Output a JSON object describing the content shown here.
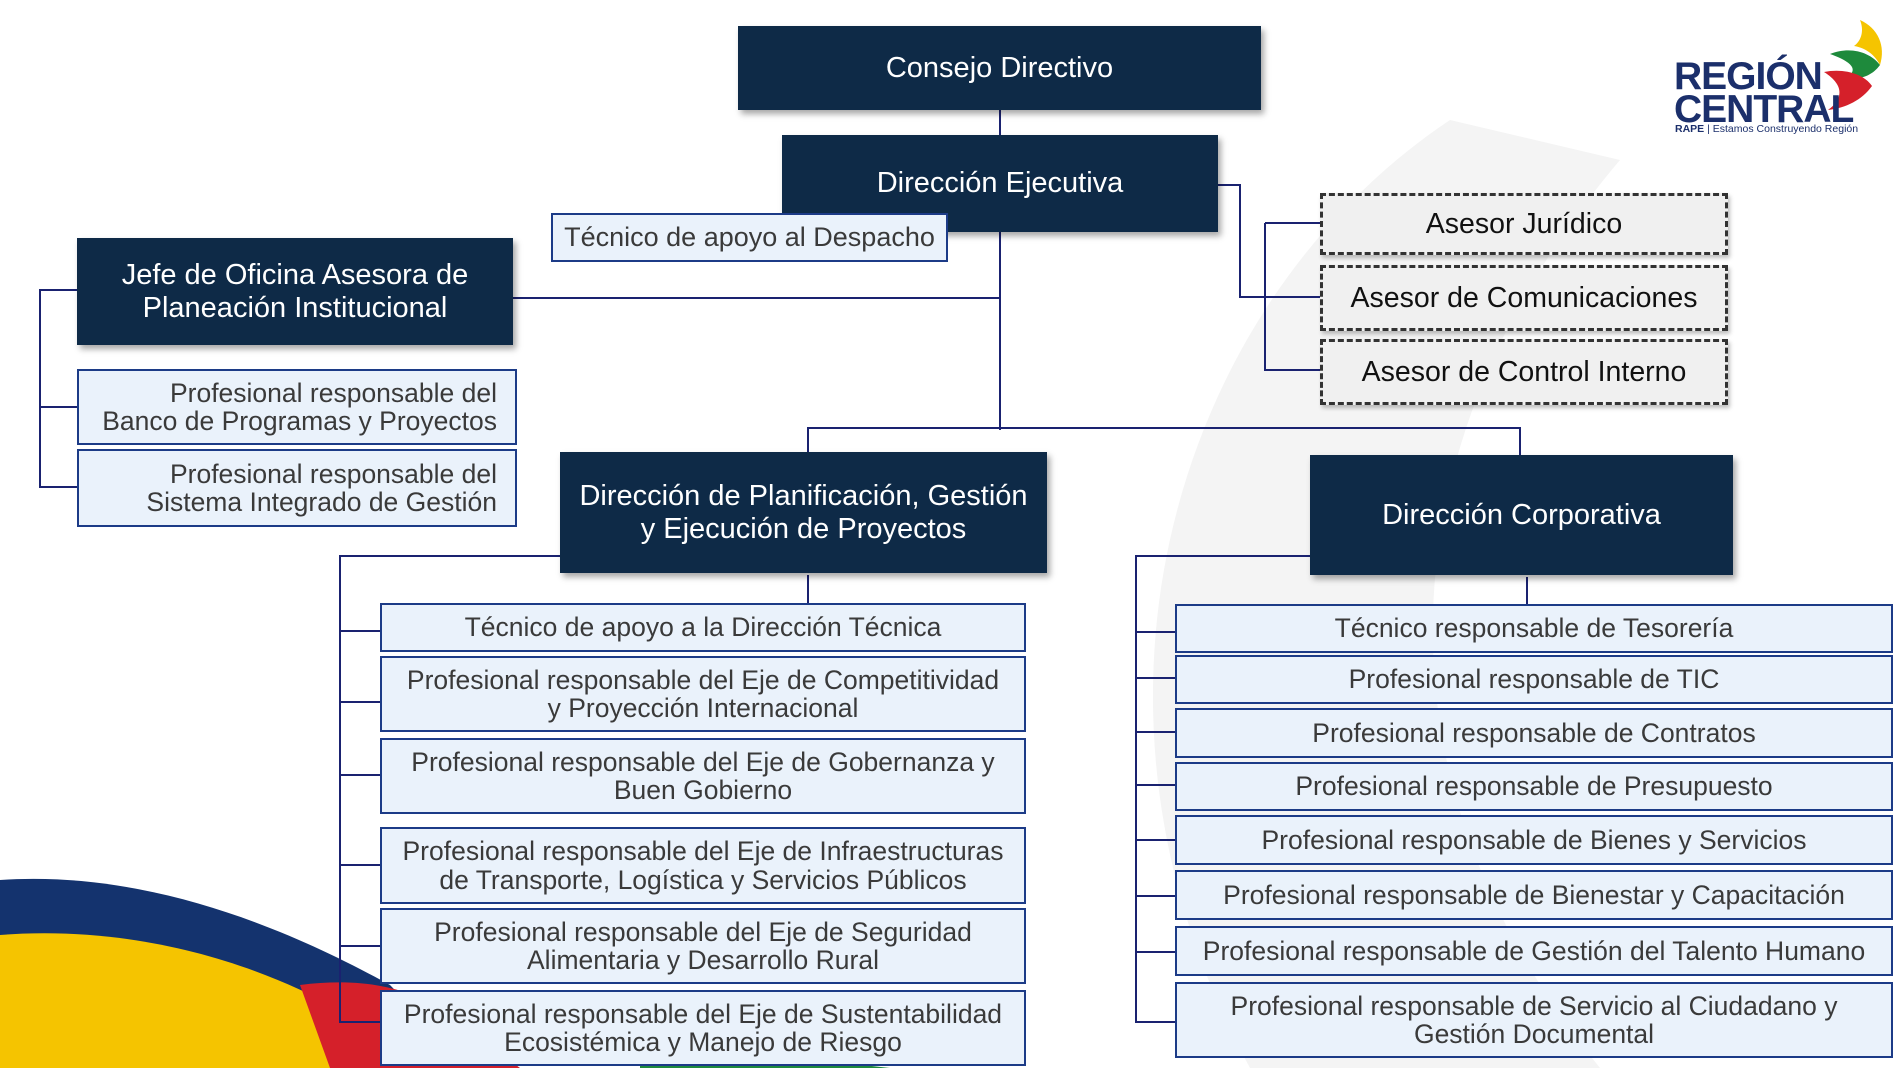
{
  "org_chart": {
    "consejo": "Consejo Directivo",
    "direccion_ejecutiva": "Dirección Ejecutiva",
    "tecnico_despacho": "Técnico de apoyo al Despacho",
    "jefe_oficina": {
      "line1": "Jefe de Oficina Asesora de",
      "line2": "Planeación Institucional"
    },
    "planeacion_staff": [
      {
        "line1": "Profesional responsable del",
        "line2": "Banco de Programas y Proyectos"
      },
      {
        "line1": "Profesional responsable del",
        "line2": "Sistema Integrado de Gestión"
      }
    ],
    "asesores": [
      "Asesor Jurídico",
      "Asesor de Comunicaciones",
      "Asesor de Control Interno"
    ],
    "dir_planificacion": {
      "line1": "Dirección de Planificación, Gestión",
      "line2": "y Ejecución de Proyectos"
    },
    "dir_corporativa": "Dirección Corporativa",
    "planificacion_staff": [
      {
        "line1": "Técnico de apoyo a la Dirección Técnica",
        "line2": ""
      },
      {
        "line1": "Profesional responsable del Eje de Competitividad",
        "line2": "y Proyección Internacional"
      },
      {
        "line1": "Profesional responsable del Eje de Gobernanza y",
        "line2": "Buen Gobierno"
      },
      {
        "line1": "Profesional responsable del Eje de Infraestructuras",
        "line2": "de Transporte, Logística y Servicios Públicos"
      },
      {
        "line1": "Profesional responsable del Eje de Seguridad",
        "line2": "Alimentaria y Desarrollo Rural"
      },
      {
        "line1": "Profesional responsable del Eje de Sustentabilidad",
        "line2": "Ecosistémica y Manejo de Riesgo"
      }
    ],
    "corporativa_staff": [
      {
        "line1": "Técnico responsable de Tesorería",
        "line2": ""
      },
      {
        "line1": "Profesional responsable de TIC",
        "line2": ""
      },
      {
        "line1": "Profesional responsable de Contratos",
        "line2": ""
      },
      {
        "line1": "Profesional responsable de Presupuesto",
        "line2": ""
      },
      {
        "line1": "Profesional responsable de Bienes y Servicios",
        "line2": ""
      },
      {
        "line1": "Profesional responsable de Bienestar y Capacitación",
        "line2": ""
      },
      {
        "line1": "Profesional responsable de Gestión del Talento Humano",
        "line2": ""
      },
      {
        "line1": "Profesional responsable de Servicio al Ciudadano y",
        "line2": "Gestión Documental"
      }
    ]
  },
  "logo": {
    "word1": "REGIÓN",
    "word2": "CENTRAL",
    "tag_bold": "RAPE",
    "tag_rest": "| Estamos Construyendo Región"
  },
  "colors": {
    "dark_box": "#0e2a47",
    "light_box": "#eaf2fb",
    "border": "#1c3b87",
    "connector": "#1a2270",
    "flag_yellow": "#f5c400",
    "flag_red": "#d5202a",
    "flag_blue": "#14336e",
    "flag_green": "#1e8a3c"
  }
}
